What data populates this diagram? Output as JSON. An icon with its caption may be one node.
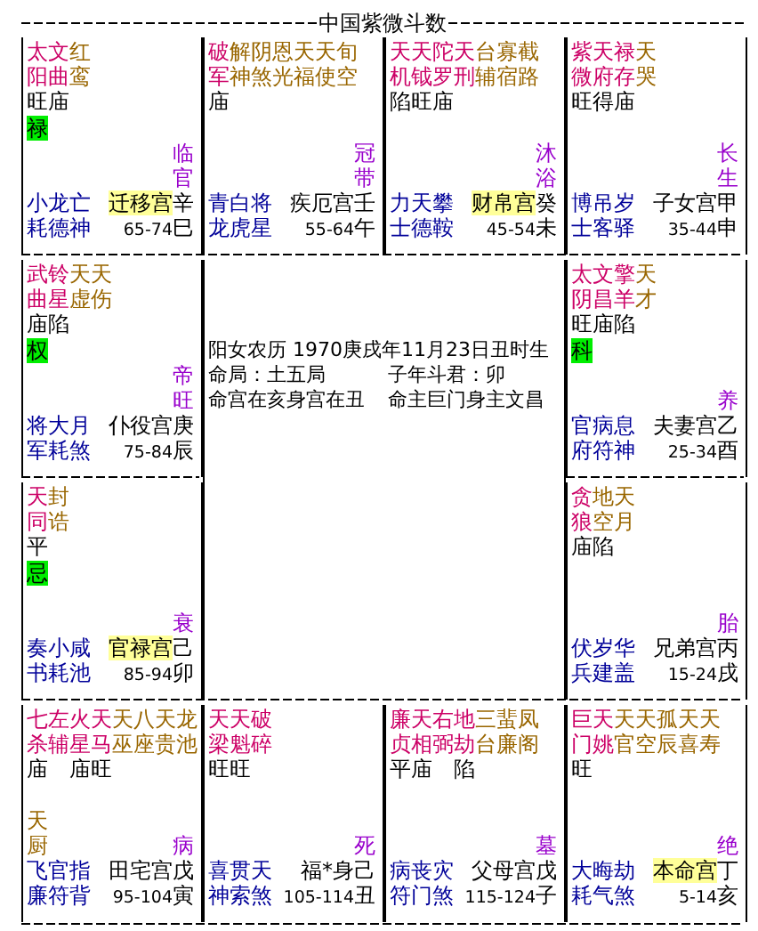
{
  "diagram": {
    "title": "中国紫微斗数",
    "nodes": [
      {
        "text": [
          "太阳",
          "文曲",
          "红鸾",
          "旺庙",
          "禄",
          "临官",
          "小耗",
          "龙德",
          "亡神",
          "迁移宫",
          "辛",
          "65-74",
          "巳"
        ]
      },
      {
        "text": [
          "破军",
          "解神",
          "阴煞",
          "恩光",
          "天福",
          "天使",
          "旬空",
          "庙",
          "冠带",
          "青龙",
          "白虎",
          "将星",
          "疾厄宫",
          "壬",
          "55-64",
          "午"
        ]
      },
      {
        "text": [
          "天机",
          "天钺",
          "陀罗",
          "天刑",
          "台辅",
          "寡宿",
          "截路",
          "陷旺庙",
          "沐浴",
          "力士",
          "天德",
          "攀鞍",
          "财帛宫",
          "癸",
          "45-54",
          "未"
        ]
      },
      {
        "text": [
          "紫微",
          "天府",
          "禄存",
          "天哭",
          "旺得庙",
          "长生",
          "博士",
          "吊客",
          "岁驿",
          "子女宫",
          "甲",
          "35-44",
          "申"
        ]
      },
      {
        "text": [
          "武曲",
          "铃星",
          "天虚",
          "天伤",
          "庙陷",
          "权",
          "帝旺",
          "将军",
          "大耗",
          "月煞",
          "仆役宫",
          "庚",
          "75-84",
          "辰"
        ]
      },
      {
        "text": [
          "阳女农历 1970庚戌年11月23日丑时生",
          "命局：土五局",
          "子年斗君：卯",
          "命宫在亥身宫在丑",
          "命主巨门身主文昌"
        ]
      },
      {
        "text": [
          "太阴",
          "文昌",
          "擎羊",
          "天才",
          "旺庙陷",
          "科",
          "养",
          "官府",
          "病符",
          "息神",
          "夫妻宫",
          "乙",
          "25-34",
          "酉"
        ]
      },
      {
        "text": [
          "天同",
          "封诰",
          "平",
          "忌",
          "衰",
          "奏书",
          "小耗",
          "咸池",
          "官禄宫",
          "己",
          "85-94",
          "卯"
        ]
      },
      {
        "text": [
          "贪狼",
          "地空",
          "天月",
          "庙陷",
          "胎",
          "伏兵",
          "岁建",
          "华盖",
          "兄弟宫",
          "丙",
          "15-24",
          "戌"
        ]
      },
      {
        "text": [
          "七杀",
          "左辅",
          "火星",
          "天马",
          "天巫",
          "八座",
          "天贵",
          "龙池",
          "庙 庙旺",
          "天厨",
          "病",
          "飞廉",
          "官符",
          "指背",
          "田宅宫",
          "戊",
          "95-104",
          "寅"
        ]
      },
      {
        "text": [
          "天梁",
          "天魁",
          "破碎",
          "旺旺",
          "死",
          "喜神",
          "贯索",
          "天煞",
          "福*身",
          "己",
          "105-114",
          "丑"
        ]
      },
      {
        "text": [
          "廉贞",
          "天相",
          "右弼",
          "地劫",
          "三台",
          "蜚廉",
          "凤阁",
          "平庙 陷",
          "墓",
          "病符",
          "丧门",
          "灾煞",
          "父母宫",
          "戊",
          "115-124",
          "子"
        ]
      },
      {
        "text": [
          "巨门",
          "天姚",
          "天官",
          "天空",
          "孤辰",
          "天喜",
          "天寿",
          "旺",
          "绝",
          "大耗",
          "晦气",
          "劫煞",
          "本命宫",
          "丁",
          "5-14",
          "亥"
        ]
      }
    ]
  }
}
